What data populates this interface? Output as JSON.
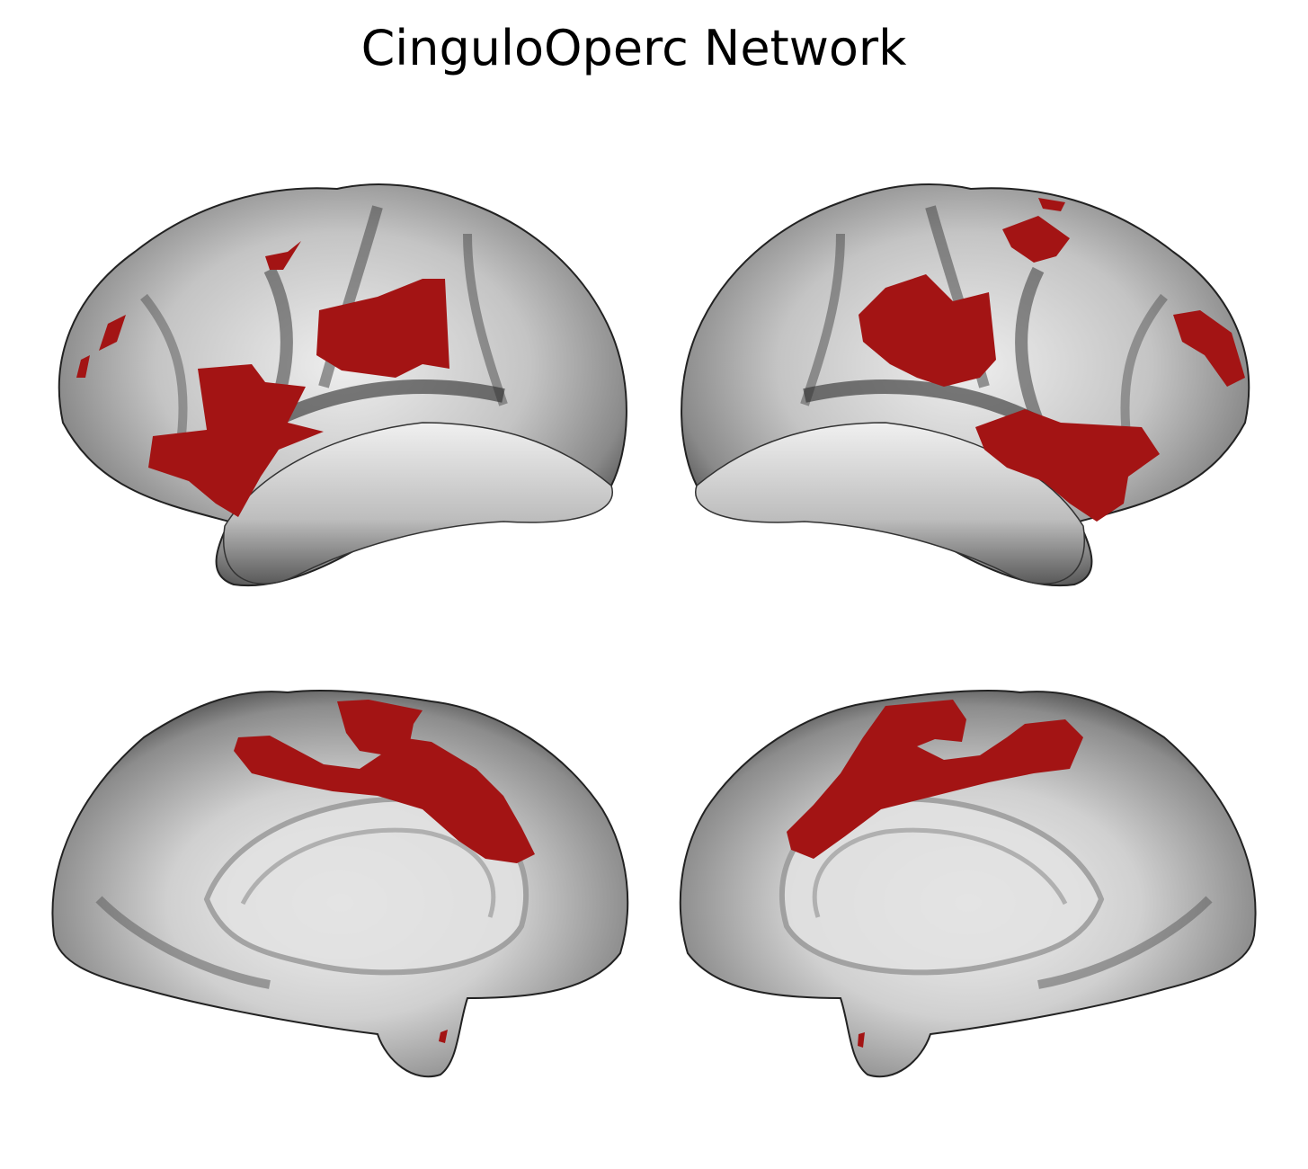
{
  "title": "CinguloOperc Network",
  "colors": {
    "network": "#A31414",
    "surface_light": "#e6e6e6",
    "surface_dark": "#2a2a2a",
    "background": "#ffffff"
  },
  "views": [
    "left-lateral",
    "right-lateral",
    "left-medial",
    "right-medial"
  ]
}
